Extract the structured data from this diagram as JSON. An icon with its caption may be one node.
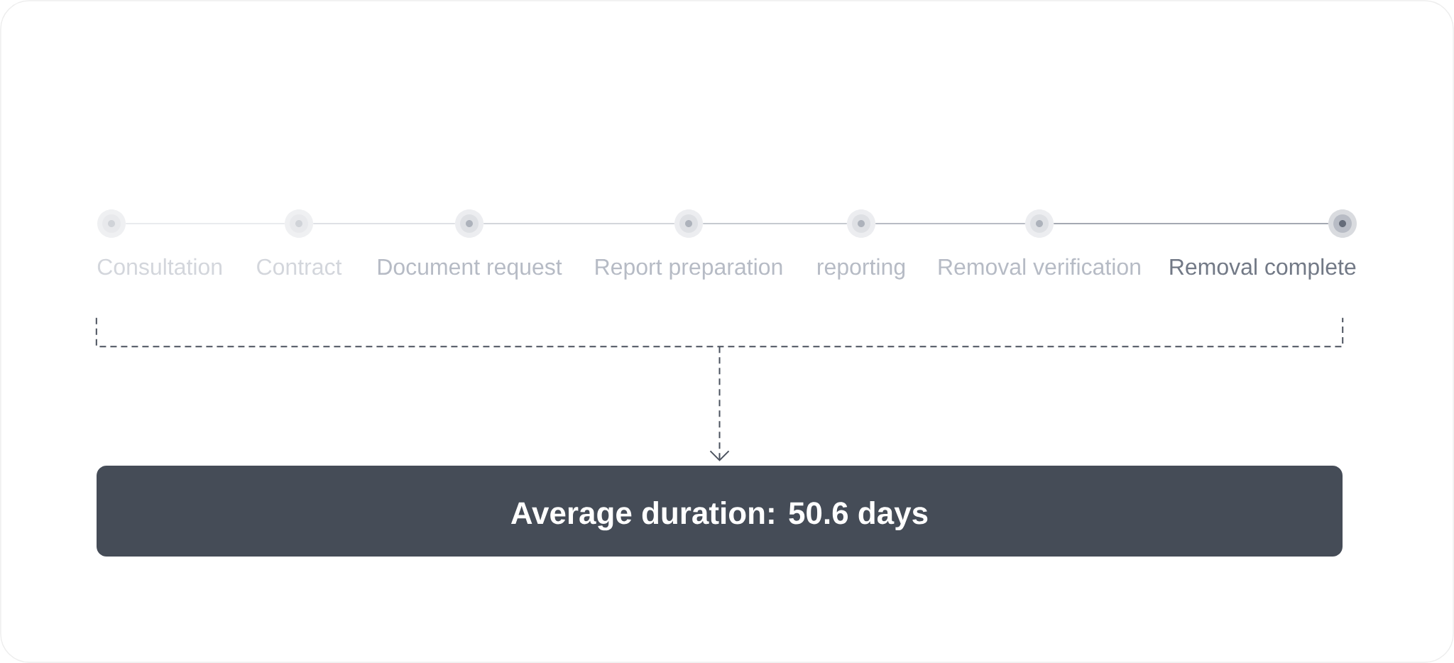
{
  "diagram": {
    "nodes": [
      {
        "text": [],
        "shape": "circle",
        "beside": [
          "Consultation"
        ]
      },
      {
        "text": [],
        "shape": "circle",
        "beside": [
          "Contract"
        ]
      },
      {
        "text": [],
        "shape": "circle",
        "beside": [
          "Document request"
        ]
      },
      {
        "text": [],
        "shape": "circle",
        "beside": [
          "Report preparation"
        ]
      },
      {
        "text": [],
        "shape": "circle",
        "beside": [
          "reporting"
        ]
      },
      {
        "text": [],
        "shape": "circle",
        "beside": [
          "Removal verification"
        ]
      },
      {
        "text": [],
        "shape": "circle",
        "beside": [
          "Removal complete"
        ]
      },
      {
        "text": [],
        "shape": "bracket"
      },
      {
        "text": [
          "Average duration: 50.6 days"
        ]
      }
    ],
    "edges": [
      {
        "from": 0,
        "to": 1,
        "arrow": "none",
        "color": "#e2e4e8"
      },
      {
        "from": 1,
        "to": 2,
        "arrow": "none",
        "color": "#d4d7dc"
      },
      {
        "from": 2,
        "to": 3,
        "arrow": "none",
        "color": "#c4c8cf"
      },
      {
        "from": 3,
        "to": 4,
        "arrow": "none",
        "color": "#b3b8c0"
      },
      {
        "from": 4,
        "to": 5,
        "arrow": "none",
        "color": "#a0a6b0"
      },
      {
        "from": 5,
        "to": 6,
        "arrow": "none",
        "color": "#868c98"
      },
      {
        "from": 7,
        "to": 8,
        "arrow": "to",
        "style": "dashed",
        "color": "#4b525e"
      }
    ]
  }
}
